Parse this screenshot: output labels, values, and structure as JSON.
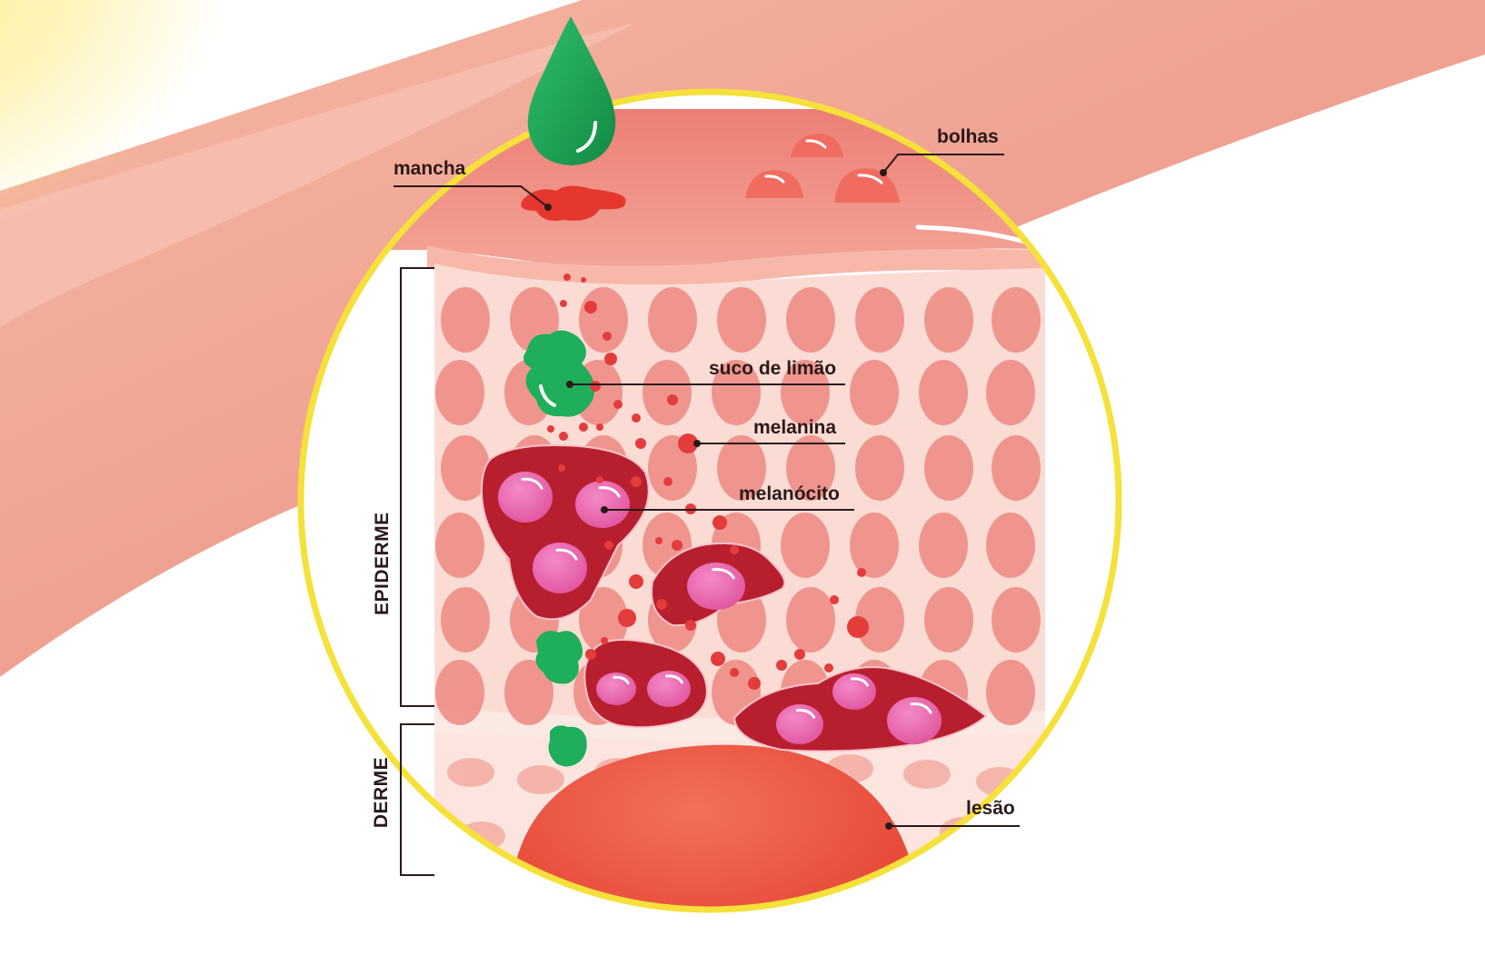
{
  "labels": {
    "mancha": "mancha",
    "bolhas": "bolhas",
    "suco": "suco de limão",
    "melanina": "melanina",
    "melanocito": "melanócito",
    "lesao": "lesão"
  },
  "layers": {
    "epiderme": "EPIDERME",
    "derme": "DERME"
  },
  "colors": {
    "ring": "#f6e03a",
    "arm": "#f0a191",
    "lemon": "#1fae5a",
    "cell": "#b81f2e",
    "nucleus": "#ec6fb5",
    "melanin": "#e43b3b",
    "lesion": "#ea4a35",
    "label_text": "#2a1a1a"
  }
}
